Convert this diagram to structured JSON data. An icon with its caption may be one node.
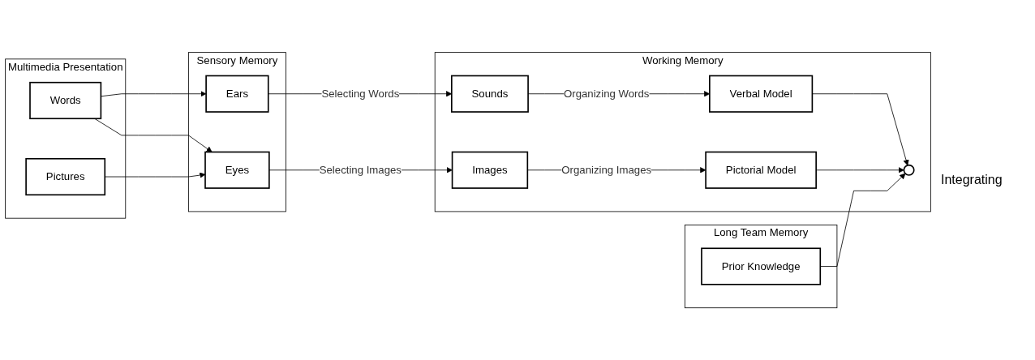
{
  "diagram": {
    "nodes": [
      {
        "text": [
          "Multimedia Presentation"
        ]
      },
      {
        "text": [
          "Words"
        ],
        "in": 0
      },
      {
        "text": [
          "Pictures"
        ],
        "in": 0
      },
      {
        "text": [
          "Sensory Memory"
        ]
      },
      {
        "text": [
          "Ears"
        ],
        "in": 3
      },
      {
        "text": [
          "Eyes"
        ],
        "in": 3
      },
      {
        "text": [
          "Working Memory"
        ]
      },
      {
        "text": [
          "Sounds"
        ],
        "in": 6
      },
      {
        "text": [
          "Images"
        ],
        "in": 6
      },
      {
        "text": [
          "Verbal Model"
        ],
        "in": 6
      },
      {
        "text": [
          "Pictorial Model"
        ],
        "in": 6
      },
      {
        "text": [],
        "shape": "circle",
        "in": 6
      },
      {
        "text": [
          "Long Team Memory"
        ]
      },
      {
        "text": [
          "Prior Knowledge"
        ],
        "in": 12
      }
    ],
    "edges": [
      {
        "from": 1,
        "to": 4,
        "arrow": "to"
      },
      {
        "from": 1,
        "to": 5,
        "arrow": "to"
      },
      {
        "from": 2,
        "to": 5,
        "arrow": "to"
      },
      {
        "from": 4,
        "to": 7,
        "arrow": "to",
        "label": "Selecting Words"
      },
      {
        "from": 5,
        "to": 8,
        "arrow": "to",
        "label": "Selecting Images"
      },
      {
        "from": 7,
        "to": 9,
        "arrow": "to",
        "label": "Organizing Words"
      },
      {
        "from": 8,
        "to": 10,
        "arrow": "to",
        "label": "Organizing Images"
      },
      {
        "from": 9,
        "to": 11,
        "arrow": "to"
      },
      {
        "from": 10,
        "to": 11,
        "arrow": "to"
      },
      {
        "from": 13,
        "to": 11,
        "arrow": "to"
      }
    ],
    "labels": [
      "Integrating"
    ]
  }
}
